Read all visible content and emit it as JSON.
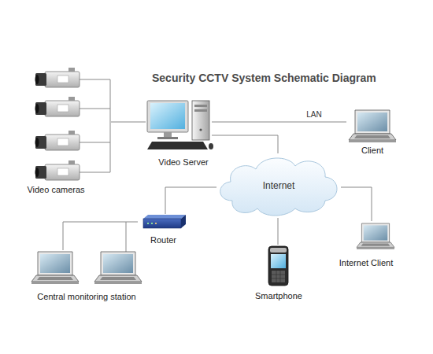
{
  "diagram": {
    "title": "Security CCTV System Schematic Diagram",
    "nodes": [
      {
        "text": [
          "Video cameras"
        ]
      },
      {
        "text": [
          "Video Server"
        ]
      },
      {
        "text": [
          "Client"
        ]
      },
      {
        "text": [
          "Internet"
        ]
      },
      {
        "text": [
          "Router"
        ]
      },
      {
        "text": [
          "Central monitoring station"
        ]
      },
      {
        "text": [
          "Smartphone"
        ]
      },
      {
        "text": [
          "Internet Client"
        ]
      }
    ],
    "edges": [
      {
        "from": 0,
        "to": 1,
        "arrow": "none"
      },
      {
        "from": 1,
        "to": 2,
        "label": "LAN",
        "arrow": "none"
      },
      {
        "from": 1,
        "to": 3,
        "arrow": "none"
      },
      {
        "from": 3,
        "to": 4,
        "arrow": "none"
      },
      {
        "from": 4,
        "to": 5,
        "arrow": "none"
      },
      {
        "from": 3,
        "to": 6,
        "arrow": "none"
      },
      {
        "from": 3,
        "to": 7,
        "arrow": "none"
      }
    ]
  }
}
